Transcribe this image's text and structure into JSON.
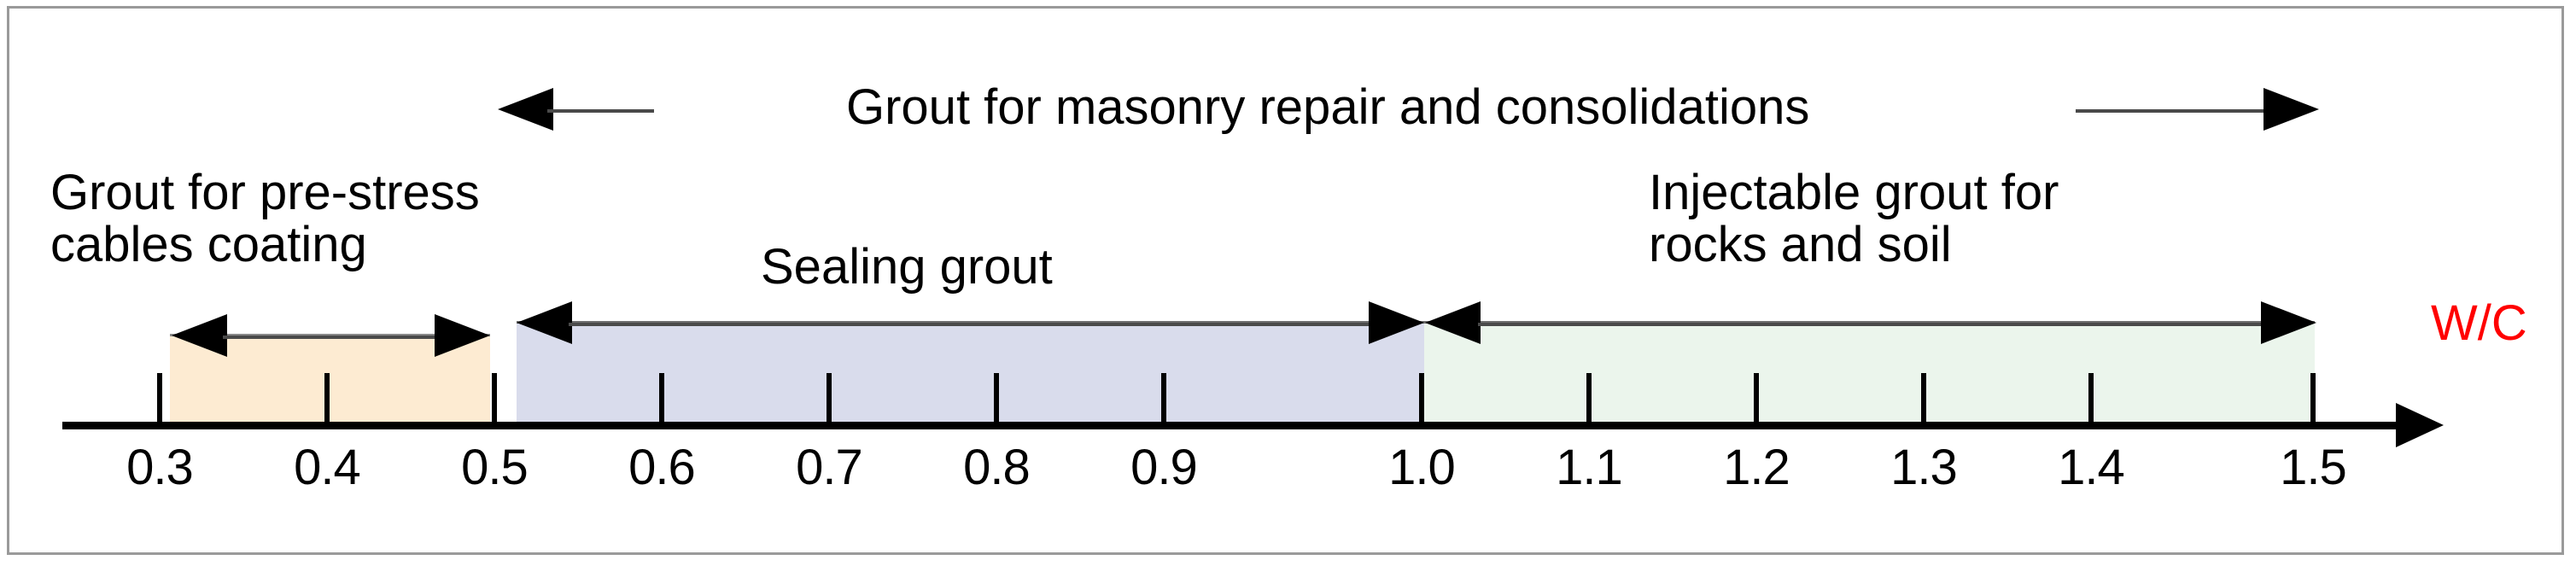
{
  "chart_data": {
    "type": "bar",
    "title": "",
    "xlabel": "W/C",
    "ylabel": "",
    "axis_label": "W/C",
    "axis_label_color": "#ff0000",
    "xlim": [
      0.25,
      1.58
    ],
    "grid": false,
    "tick_labels": [
      "0.3",
      "0.4",
      "0.5",
      "0.6",
      "0.7",
      "0.8",
      "0.9",
      "1.0",
      "1.1",
      "1.2",
      "1.3",
      "1.4",
      "1.5"
    ],
    "tick_values": [
      0.3,
      0.4,
      0.5,
      0.6,
      0.7,
      0.8,
      0.9,
      1.0,
      1.1,
      1.2,
      1.3,
      1.4,
      1.5
    ],
    "categories": [
      "Grout for pre-stress cables coating",
      "Sealing grout",
      "Injectable grout for rocks and soil",
      "Grout for masonry repair and consolidations"
    ],
    "series": [
      {
        "name": "Grout for pre-stress cables coating",
        "range": [
          0.31,
          0.47
        ],
        "color": "#FDEBD2"
      },
      {
        "name": "Sealing grout",
        "range": [
          0.5,
          1.0
        ],
        "color": "#D9DCEC"
      },
      {
        "name": "Injectable grout for rocks and soil",
        "range": [
          1.0,
          1.5
        ],
        "color": "#EBF5EC"
      },
      {
        "name": "Grout for masonry repair and consolidations",
        "range": [
          0.5,
          1.5
        ],
        "color": "none"
      }
    ],
    "annotations": [
      "Grout for masonry repair and consolidations",
      "Grout for pre-stress cables coating",
      "Sealing grout",
      "Injectable grout for rocks and soil"
    ]
  },
  "axis": {
    "label": "W/C",
    "ticks": [
      {
        "value": "0.3",
        "pos": 176
      },
      {
        "value": "0.4",
        "pos": 372
      },
      {
        "value": "0.5",
        "pos": 568
      },
      {
        "value": "0.6",
        "pos": 764
      },
      {
        "value": "0.7",
        "pos": 960
      },
      {
        "value": "0.8",
        "pos": 1156
      },
      {
        "value": "0.9",
        "pos": 1352
      },
      {
        "value": "1.0",
        "pos": 1654
      },
      {
        "value": "1.1",
        "pos": 1850
      },
      {
        "value": "1.2",
        "pos": 2046
      },
      {
        "value": "1.3",
        "pos": 2242
      },
      {
        "value": "1.4",
        "pos": 2438
      },
      {
        "value": "1.5",
        "pos": 2698
      }
    ]
  },
  "regions": {
    "prestress": {
      "caption": "Grout for pre-stress\ncables coating",
      "color": "#FDEBD2"
    },
    "sealing": {
      "caption": "Sealing grout",
      "color": "#D9DCEC"
    },
    "injectable": {
      "caption": "Injectable grout for\nrocks and soil",
      "color": "#EBF5EC"
    },
    "masonry": {
      "caption": "Grout for masonry repair and consolidations",
      "color": "#ffffff"
    }
  }
}
